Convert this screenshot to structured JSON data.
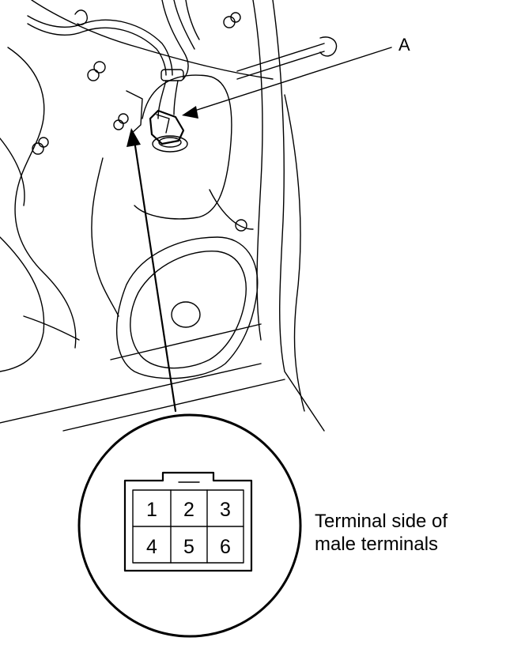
{
  "callout_label": "A",
  "connector": {
    "pins_top": [
      "1",
      "2",
      "3"
    ],
    "pins_bottom": [
      "4",
      "5",
      "6"
    ]
  },
  "note": {
    "line1": "Terminal side of",
    "line2": "male terminals"
  },
  "colors": {
    "ink": "#000000",
    "paper": "#ffffff"
  }
}
